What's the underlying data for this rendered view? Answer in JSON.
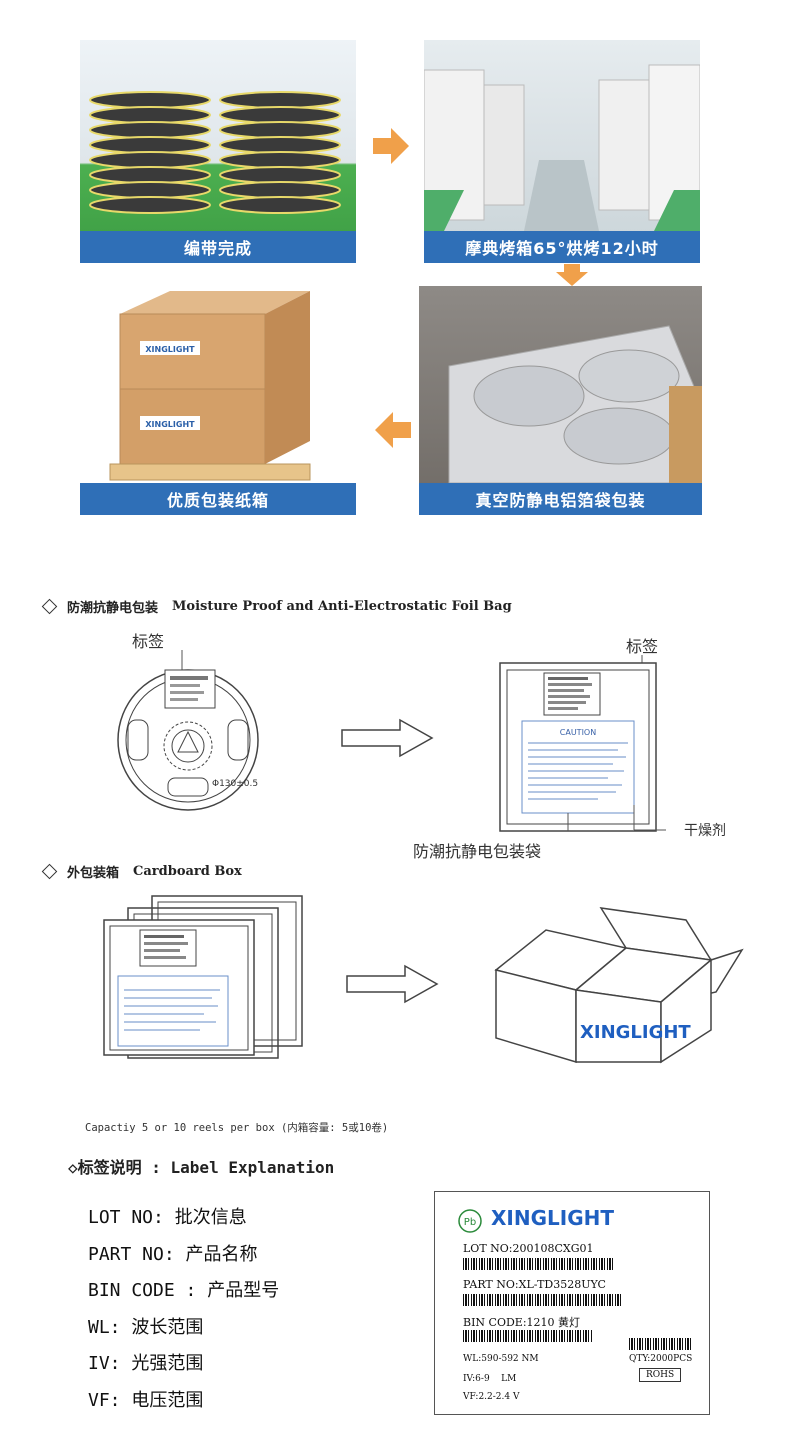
{
  "flow": {
    "step1": "编带完成",
    "step2": "摩典烤箱65°烘烤12小时",
    "step3": "真空防静电铝箔袋包装",
    "step4": "优质包装纸箱",
    "box_brand": "XINGLIGHT"
  },
  "section_foil": {
    "title_cn": "防潮抗静电包装",
    "title_en": "Moisture Proof and Anti-Electrostatic Foil Bag",
    "label_left": "标签",
    "label_right": "标签",
    "reel_diameter": "Φ130±0.5",
    "desiccant": "干燥剂",
    "bag": "防潮抗静电包装袋",
    "caution": "CAUTION"
  },
  "section_box": {
    "title_cn": "外包装箱",
    "title_en": "Cardboard Box",
    "brand": "XINGLIGHT",
    "capacity": "Capactiy 5 or 10 reels per box (内箱容量: 5或10卷)"
  },
  "section_label": {
    "title": "◇标签说明 : Label Explanation",
    "items": [
      "LOT NO: 批次信息",
      "PART NO: 产品名称",
      "BIN CODE : 产品型号",
      "WL: 波长范围",
      "IV: 光强范围",
      "VF: 电压范围"
    ]
  },
  "label_card": {
    "pb": "Pb",
    "brand": "XINGLIGHT",
    "lot": "LOT NO:200108CXG01",
    "part": "PART NO:XL-TD3528UYC",
    "bin": "BIN CODE:1210 黄灯",
    "wl": "WL:590-592 NM",
    "iv": "IV:6-9    LM",
    "vf": "VF:2.2-2.4 V",
    "qty": "QTY:2000PCS",
    "rohs": "ROHS"
  },
  "colors": {
    "caption_blue": "#2f6fb7",
    "arrow_orange": "#f0a04a",
    "brand_blue": "#1f5fc0"
  }
}
